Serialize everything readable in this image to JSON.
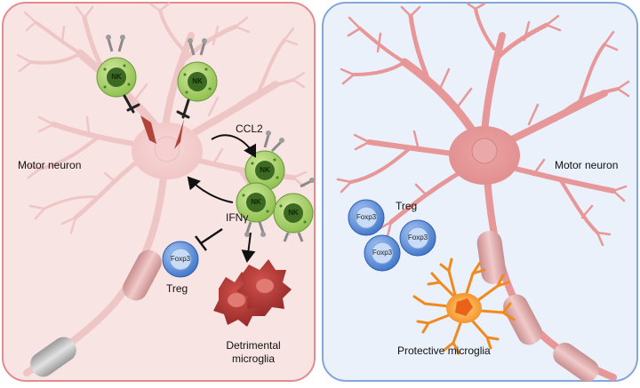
{
  "panels": {
    "left": {
      "motor_neuron": "Motor neuron",
      "ccl2": "CCL2",
      "ifn": "IFNγ",
      "nk": "NK",
      "foxp3": "Foxp3",
      "treg": "Treg",
      "microglia": [
        "Detrimental",
        "microglia"
      ]
    },
    "right": {
      "motor_neuron": "Motor neuron",
      "treg": "Treg",
      "foxp3": "Foxp3",
      "microglia": "Protective microglia"
    }
  },
  "colors": {
    "left_bg": "#f8e3e3",
    "left_border": "#e08b8b",
    "right_bg": "#e9f0f9",
    "right_border": "#7fa6d6",
    "neuron": "#f0c7c7",
    "nk_cell": "#a8cf6a",
    "nk_nucleus": "#3f6b22",
    "treg_cell": "#4f86d8",
    "detrimental_microglia": "#a8312f",
    "protective_microglia": "#f39a2a"
  },
  "icons": [
    "nk-cell",
    "treg-cell",
    "microglia",
    "inhibition-arrow",
    "granule-spike"
  ]
}
